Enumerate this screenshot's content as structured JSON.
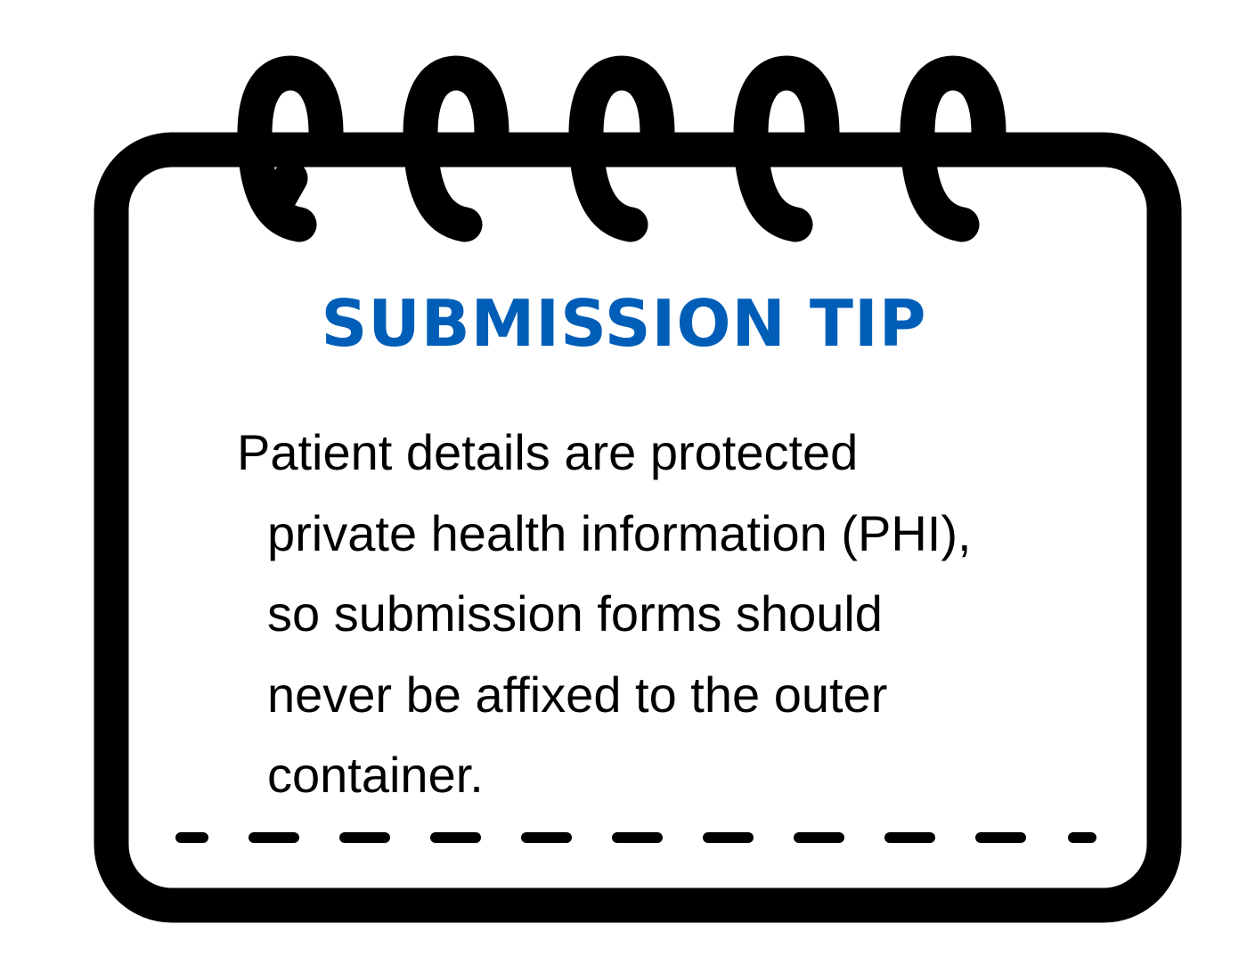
{
  "card": {
    "title": "SUBMISSION TIP",
    "title_color": "#005EB8",
    "body_lines": [
      "Patient details are protected",
      "private health information (PHI),",
      "so submission forms should",
      "never be affixed to the outer",
      "container."
    ],
    "body_color": "#000000",
    "frame_color": "#000000",
    "icons": {
      "frame": "spiral-notepad-icon",
      "rings": "spiral-ring-icon",
      "divider": "dashed-divider"
    },
    "ring_count": 5
  }
}
